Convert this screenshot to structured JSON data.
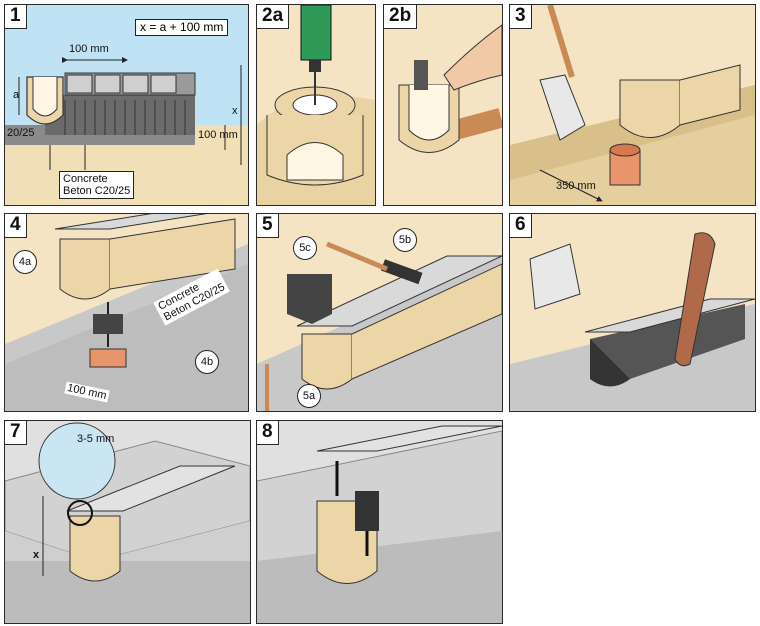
{
  "panels": [
    {
      "id": "1",
      "number": "1"
    },
    {
      "id": "2a",
      "number": "2a"
    },
    {
      "id": "2b",
      "number": "2b"
    },
    {
      "id": "3",
      "number": "3"
    },
    {
      "id": "4",
      "number": "4"
    },
    {
      "id": "5",
      "number": "5"
    },
    {
      "id": "6",
      "number": "6"
    },
    {
      "id": "7",
      "number": "7"
    },
    {
      "id": "8",
      "number": "8"
    }
  ],
  "panel1": {
    "formula": "x = a + 100 mm",
    "dim_top": "100 mm",
    "dim_right": "100 mm",
    "label_a": "a",
    "label_x": "x",
    "class_fragment": "20/25",
    "concrete_line1": "Concrete",
    "concrete_line2": "Beton C20/25"
  },
  "panel3": {
    "depth": "350 mm"
  },
  "panel4": {
    "callout_a": "4a",
    "callout_b": "4b",
    "concrete_line1": "Concrete",
    "concrete_line2": "Beton C20/25",
    "dim": "100 mm"
  },
  "panel5": {
    "callout_a": "5a",
    "callout_b": "5b",
    "callout_c": "5c"
  },
  "panel7": {
    "gap": "3-5 mm",
    "label_x": "x"
  },
  "colors": {
    "channel": "#ecd6a8",
    "soil": "#f1dfb7",
    "concrete": "#c8c8c8",
    "sky": "#bfe3f5",
    "grate": "#d9d9d9",
    "pipe": "#e8956b"
  }
}
